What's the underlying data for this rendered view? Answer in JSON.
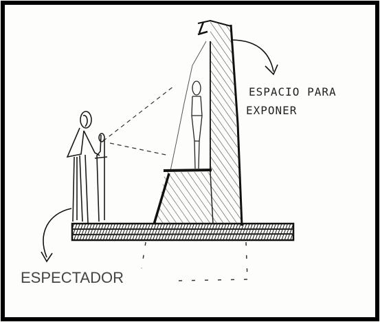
{
  "labels": {
    "exhibit_space_line1": "ESPACIO PARA",
    "exhibit_space_line2": "EXPONER",
    "spectator": "ESPECTADOR"
  },
  "colors": {
    "ink": "#1a1a1a",
    "paper": "#fdfdfb",
    "typed_label": "#444444",
    "frame": "#000000"
  }
}
